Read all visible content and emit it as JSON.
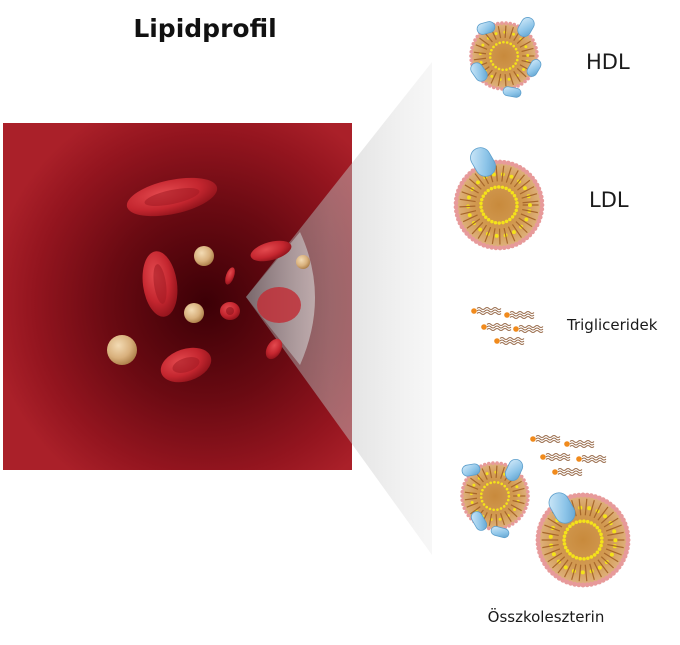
{
  "title": "Lipidprofil",
  "labels": {
    "hdl": "HDL",
    "ldl": "LDL",
    "triglycerides": "Trigliceridek",
    "total": "Összkoleszterin"
  },
  "colors": {
    "vessel_wall": "#a9202a",
    "vessel_dark": "#3c0006",
    "red_cell": "#c4262f",
    "lipid_particle": "#d2a96e",
    "particle_core": "#c88a3c",
    "phospholipid_head": "#e79a9a",
    "cholesterol": "#f4e31a",
    "apoprotein": "#8cc4e8",
    "triglyceride_head": "#f08a1c",
    "triglyceride_tail": "#9b6e4e"
  },
  "icons": [
    "hdl-particle",
    "ldl-particle",
    "triglyceride-molecule",
    "blood-vessel",
    "red-blood-cell",
    "apoprotein"
  ]
}
